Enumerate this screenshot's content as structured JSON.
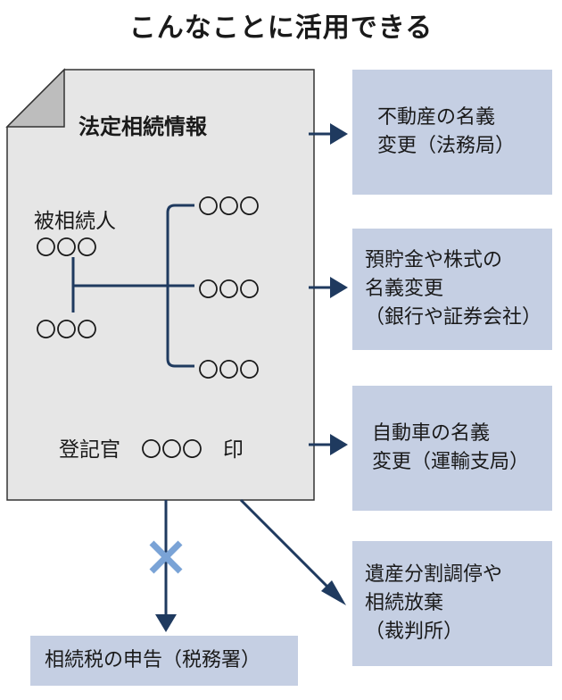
{
  "title": "こんなことに活用できる",
  "document": {
    "title": "法定相続情報",
    "deceased_label": "被相続人",
    "deceased_name": "〇〇〇",
    "spouse_name": "〇〇〇",
    "children": [
      "〇〇〇",
      "〇〇〇",
      "〇〇〇"
    ],
    "registrar": "登記官　〇〇〇　印"
  },
  "uses": [
    {
      "text": "不動産の名義\n変更（法務局）"
    },
    {
      "text": "預貯金や株式の\n名義変更\n（銀行や証券会社）"
    },
    {
      "text": "自動車の名義\n変更（運輸支局）"
    },
    {
      "text": "遺産分割調停や\n相続放棄\n（裁判所）"
    }
  ],
  "not_usable": {
    "text": "相続税の申告（税務署）"
  },
  "colors": {
    "box_fill": "#c5cfe3",
    "arrow": "#1f3a5f",
    "cross": "#7aa3d6",
    "document_fill": "#e6e6e6",
    "fold_fill": "#bdbdbd"
  }
}
